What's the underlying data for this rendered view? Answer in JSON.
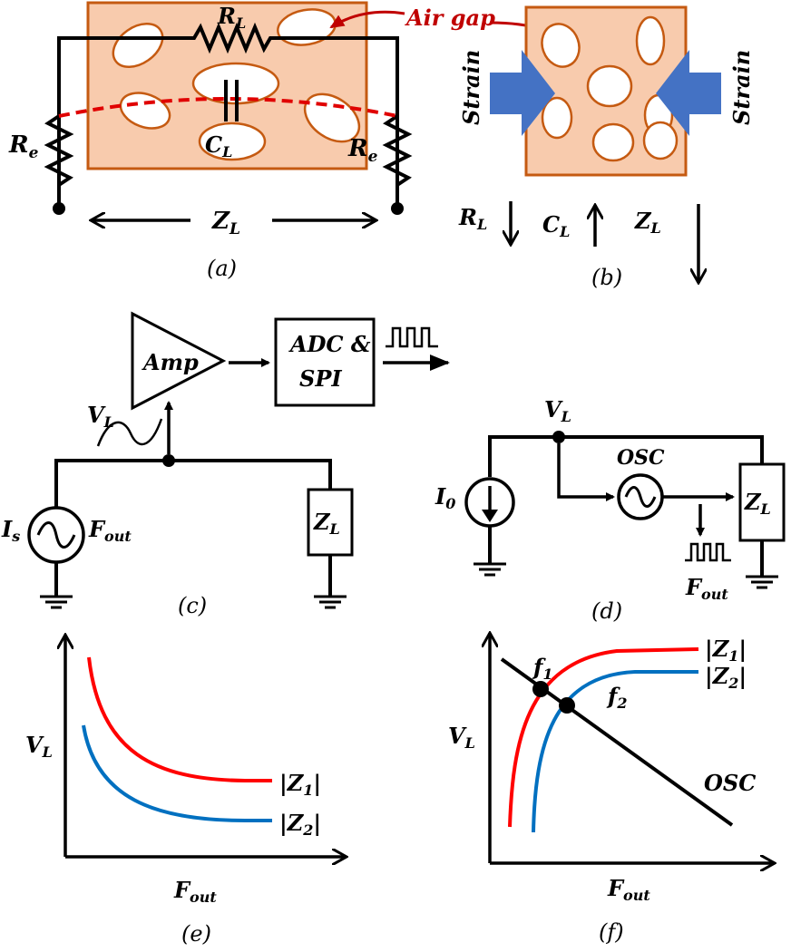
{
  "panels": {
    "a": {
      "caption": "(a)",
      "labels": {
        "RL": "R",
        "RL_sub": "L",
        "CL": "C",
        "CL_sub": "L",
        "Re": "R",
        "Re_sub": "e",
        "ZL": "Z",
        "ZL_sub": "L",
        "air_gap": "Air gap"
      },
      "colors": {
        "material_fill": "#f8cbad",
        "material_border": "#c55a11",
        "dashed_line": "#e00000",
        "annotation": "#c00000"
      }
    },
    "b": {
      "caption": "(b)",
      "labels": {
        "strain": "Strain",
        "RL": "R",
        "RL_sub": "L",
        "CL": "C",
        "CL_sub": "L",
        "ZL": "Z",
        "ZL_sub": "L"
      },
      "colors": {
        "strain_arrow": "#4472c4"
      }
    },
    "c": {
      "caption": "(c)",
      "labels": {
        "amp": "Amp",
        "adc1": "ADC &",
        "adc2": "SPI",
        "VL": "V",
        "VL_sub": "L",
        "Is": "I",
        "Is_sub": "s",
        "Fout": "F",
        "Fout_sub": "out",
        "ZL": "Z",
        "ZL_sub": "L"
      }
    },
    "d": {
      "caption": "(d)",
      "labels": {
        "VL": "V",
        "VL_sub": "L",
        "I0": "I",
        "I0_sub": "0",
        "osc": "OSC",
        "ZL": "Z",
        "ZL_sub": "L",
        "Fout": "F",
        "Fout_sub": "out"
      }
    },
    "e": {
      "caption": "(e)",
      "labels": {
        "y": "V",
        "y_sub": "L",
        "x": "F",
        "x_sub": "out",
        "z1": "|Z",
        "z1_sub": "1",
        "z2": "|Z",
        "z2_sub": "2",
        "bar": "|"
      },
      "colors": {
        "z1": "#ff0000",
        "z2": "#0070c0"
      }
    },
    "f": {
      "caption": "(f)",
      "labels": {
        "y": "V",
        "y_sub": "L",
        "x": "F",
        "x_sub": "out",
        "z1": "|Z",
        "z1_sub": "1",
        "z2": "|Z",
        "z2_sub": "2",
        "bar": "|",
        "f1": "f",
        "f1_sub": "1",
        "f2": "f",
        "f2_sub": "2",
        "osc": "OSC"
      },
      "colors": {
        "z1": "#ff0000",
        "z2": "#0070c0",
        "osc": "#000000"
      }
    }
  }
}
